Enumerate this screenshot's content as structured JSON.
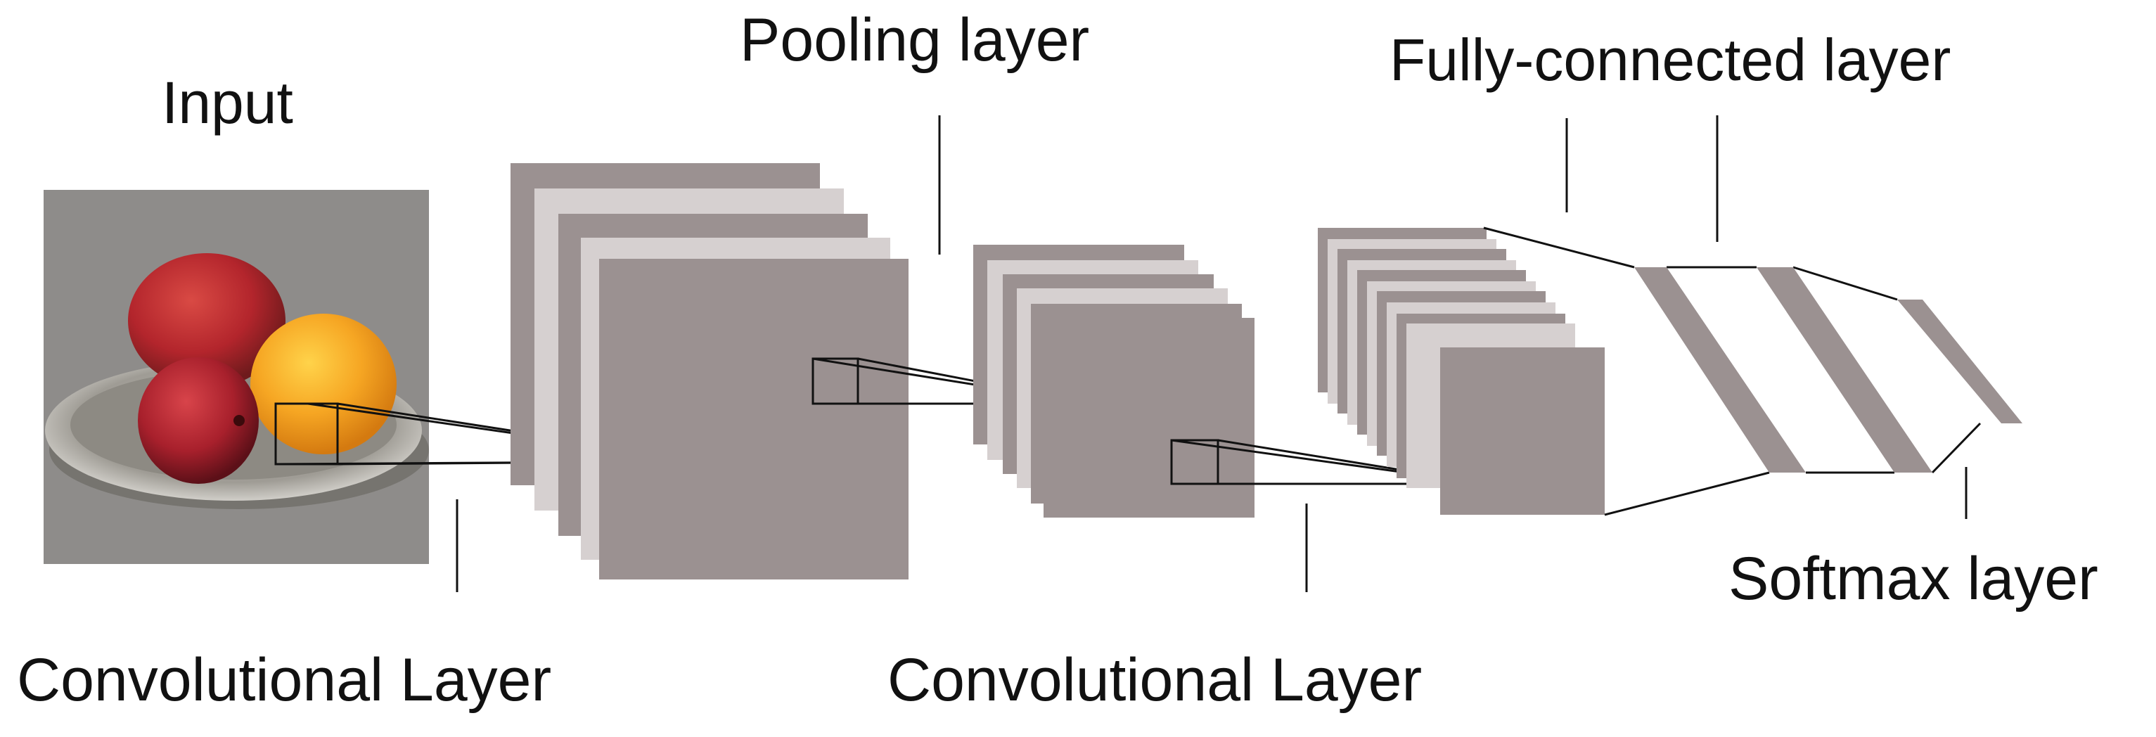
{
  "labels": {
    "input": "Input",
    "conv1": "Convolutional Layer",
    "pooling": "Pooling layer",
    "conv2": "Convolutional Layer",
    "fully_connected": "Fully-connected layer",
    "softmax": "Softmax layer"
  },
  "colors": {
    "map_dark": "#9b9191",
    "map_light": "#d6d0d0",
    "line": "#111111",
    "text": "#111111",
    "background": "#ffffff",
    "input_background": "#8e8c8a"
  },
  "input_image": {
    "contents": [
      "mango",
      "orange",
      "pomegranate",
      "silver plate"
    ]
  }
}
